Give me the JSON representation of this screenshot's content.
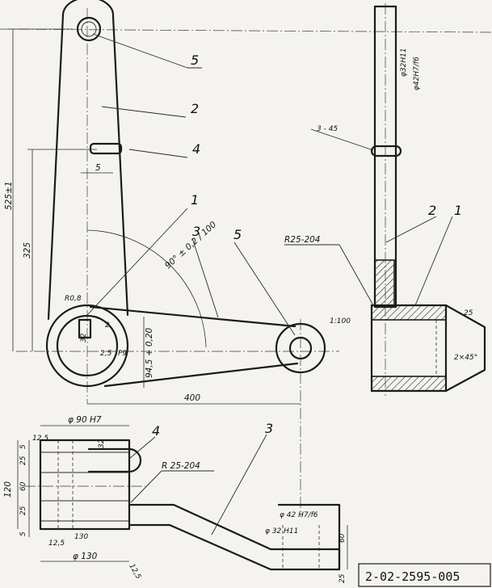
{
  "drawing_number": "2-02-2595-005",
  "callouts": [
    "5",
    "2",
    "4",
    "1",
    "3",
    "5",
    "2",
    "1",
    "4",
    "3"
  ],
  "front_view": {
    "dim_total_height": "525±1",
    "dim_lower_height": "325",
    "dim_slot": "5",
    "dim_angle": "90° ± 0,2 / 100",
    "dim_radius": "R0,8",
    "dim_bore": "32",
    "dim_keyway_h": "2,5",
    "dim_keyway_fit": "P9",
    "dim_offset": "2",
    "dim_key_depth": "94,5 + 0,20",
    "dim_arm_length": "400"
  },
  "side_view": {
    "dim_bore_top_1": "φ32H11",
    "dim_bore_top_2": "φ42H7/f6",
    "dim_chamfer_top": "3 - 45",
    "weld_note": "R25-204",
    "flatness": "1:100",
    "dim_chamfer_side": "25",
    "dim_chamfer_small": "2×45°"
  },
  "plan_view": {
    "dim_bore": "φ 90 H7",
    "dim_width": "32",
    "dim_edge_top": "12,5",
    "dim_edge_bottom": "12,5",
    "dim_total_height": "120",
    "dim_rows": [
      "5",
      "25",
      "60",
      "25",
      "5"
    ],
    "weld_note": "R 25-204",
    "dim_inner": "130",
    "dim_outer": "φ 130",
    "dim_chamfer": "12,5",
    "dim_pin_fit": "φ 42 H7/f6",
    "dim_pin_bore": "φ 32 H11",
    "dim_end_60": "60",
    "dim_end_25": "25"
  }
}
